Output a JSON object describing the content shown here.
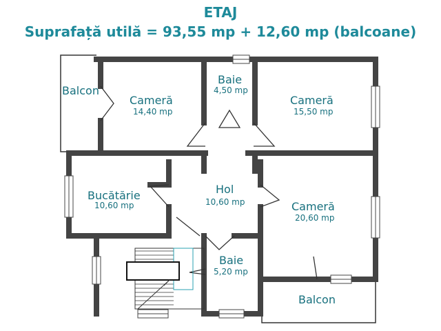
{
  "header": {
    "title": "ETAJ",
    "subtitle": "Suprafață utilă = 93,55 mp + 12,60 mp (balcoane)"
  },
  "colors": {
    "text": "#1e8a9a",
    "wall": "#444444",
    "line": "#333333",
    "stair_accent": "#2aa0b0"
  },
  "rooms": {
    "balcon_left": {
      "name": "Balcon"
    },
    "camera1": {
      "name": "Cameră",
      "area": "14,40 mp"
    },
    "baie1": {
      "name": "Baie",
      "area": "4,50 mp"
    },
    "camera2": {
      "name": "Cameră",
      "area": "15,50 mp"
    },
    "bucatarie": {
      "name": "Bucătărie",
      "area": "10,60 mp"
    },
    "hol": {
      "name": "Hol",
      "area": "10,60 mp"
    },
    "camera3": {
      "name": "Cameră",
      "area": "20,60 mp"
    },
    "baie2": {
      "name": "Baie",
      "area": "5,20 mp"
    },
    "balcon_right": {
      "name": "Balcon"
    }
  },
  "icons": {
    "stairs": "staircase-icon"
  }
}
